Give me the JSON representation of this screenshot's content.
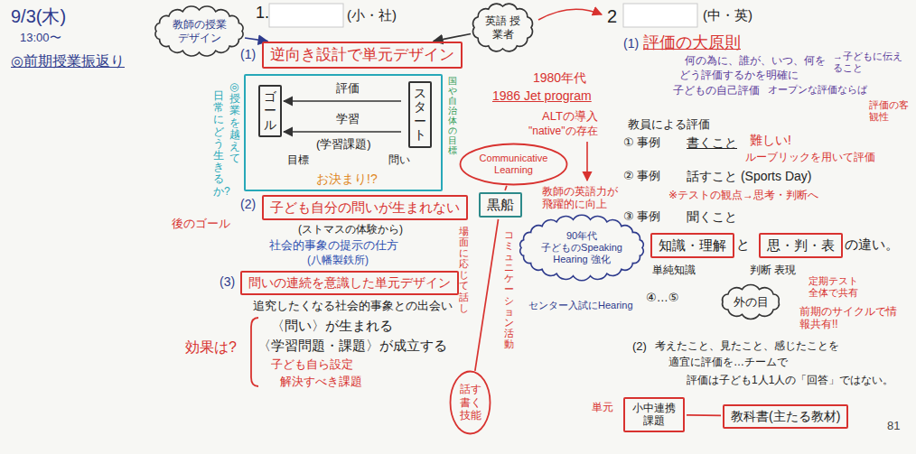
{
  "diagram": {
    "title": "◎前期授業振返り",
    "nodes": [
      {
        "text": [
          "教師の授業デザイン"
        ]
      },
      {
        "text": [
          "逆向き設計で単元デザイン"
        ]
      },
      {
        "text": [
          "評価",
          "学習",
          "(学習課題)"
        ]
      },
      {
        "text": [
          "ゴール"
        ],
        "in": 2
      },
      {
        "text": [
          "スタート"
        ],
        "in": 2
      },
      {
        "text": [
          "子ども自分の問いが生まれない"
        ]
      },
      {
        "text": [
          "問いの連続を意識した単元デザイン"
        ]
      },
      {
        "text": [
          "英語 授業者"
        ]
      },
      {
        "text": [
          "Communicative Learning"
        ]
      },
      {
        "text": [
          "黒船"
        ]
      },
      {
        "text": [
          "90年代",
          "子どものSpeaking Hearing 強化"
        ]
      },
      {
        "text": [
          "話す 書く 技能"
        ]
      },
      {
        "text": [
          "知識・理解"
        ]
      },
      {
        "text": [
          "思・判・表"
        ]
      },
      {
        "text": [
          "外の目"
        ]
      },
      {
        "text": [
          "小中連携 課題"
        ]
      },
      {
        "text": [
          "教科書(主たる教材)"
        ]
      }
    ],
    "edges": [
      {
        "from": 0,
        "to": 1,
        "arrow": "to"
      },
      {
        "from": 7,
        "to": 1,
        "arrow": "to"
      },
      {
        "from": 8,
        "to": 9,
        "arrow": "none"
      },
      {
        "from": 9,
        "to": 11,
        "arrow": "none"
      },
      {
        "from": 15,
        "to": 16,
        "arrow": "none"
      }
    ],
    "labels": [
      "9/3(木)",
      "13:00〜",
      "1.",
      "(小・社)",
      "(1)",
      "目標",
      "問い",
      "お決まり!?",
      "◎授業を越えて",
      "日常にどう生きるか?",
      "国や自治体の目標",
      "後のゴール",
      "(2)",
      "(ストマスの体験から)",
      "社会的事象の提示の仕方",
      "(八幡製鉄所)",
      "(3)",
      "追究したくなる社会的事象との出会い",
      "効果は?",
      "〈問い〉が生まれる",
      "〈学習問題・課題〉が成立する",
      "子ども自ら設定",
      "解決すべき課題",
      "1980年代",
      "1986 Jet program",
      "ALTの導入",
      "\"native\"の存在",
      "教師の英語力が飛躍的に向上",
      "センター入試にHearing",
      "場面に応じて話し",
      "コミュニケーション活動",
      "2",
      "(中・英)",
      "(1)",
      "評価の大原則",
      "何の為に、誰が、いつ、何を",
      "→子どもに伝えること",
      "どう評価するかを明確に",
      "子どもの自己評価",
      "オープンな評価ならば",
      "評価の客観性",
      "教員による評価",
      "① 事例",
      "書くこと",
      "難しい!",
      "ルーブリックを用いて評価",
      "② 事例",
      "話すこと (Sports Day)",
      "※テストの観点→思考・判断へ",
      "③ 事例",
      "聞くこと",
      "と",
      "の違い。",
      "単純知識",
      "判断 表現",
      "④…⑤",
      "定期テスト 全体で共有",
      "前期のサイクルで情報共有!!",
      "(2)",
      "考えたこと、見たこと、感じたことを",
      "適宜に評価を…チームで",
      "評価は子ども1人1人の「回答」ではない。",
      "単元",
      "81"
    ]
  }
}
